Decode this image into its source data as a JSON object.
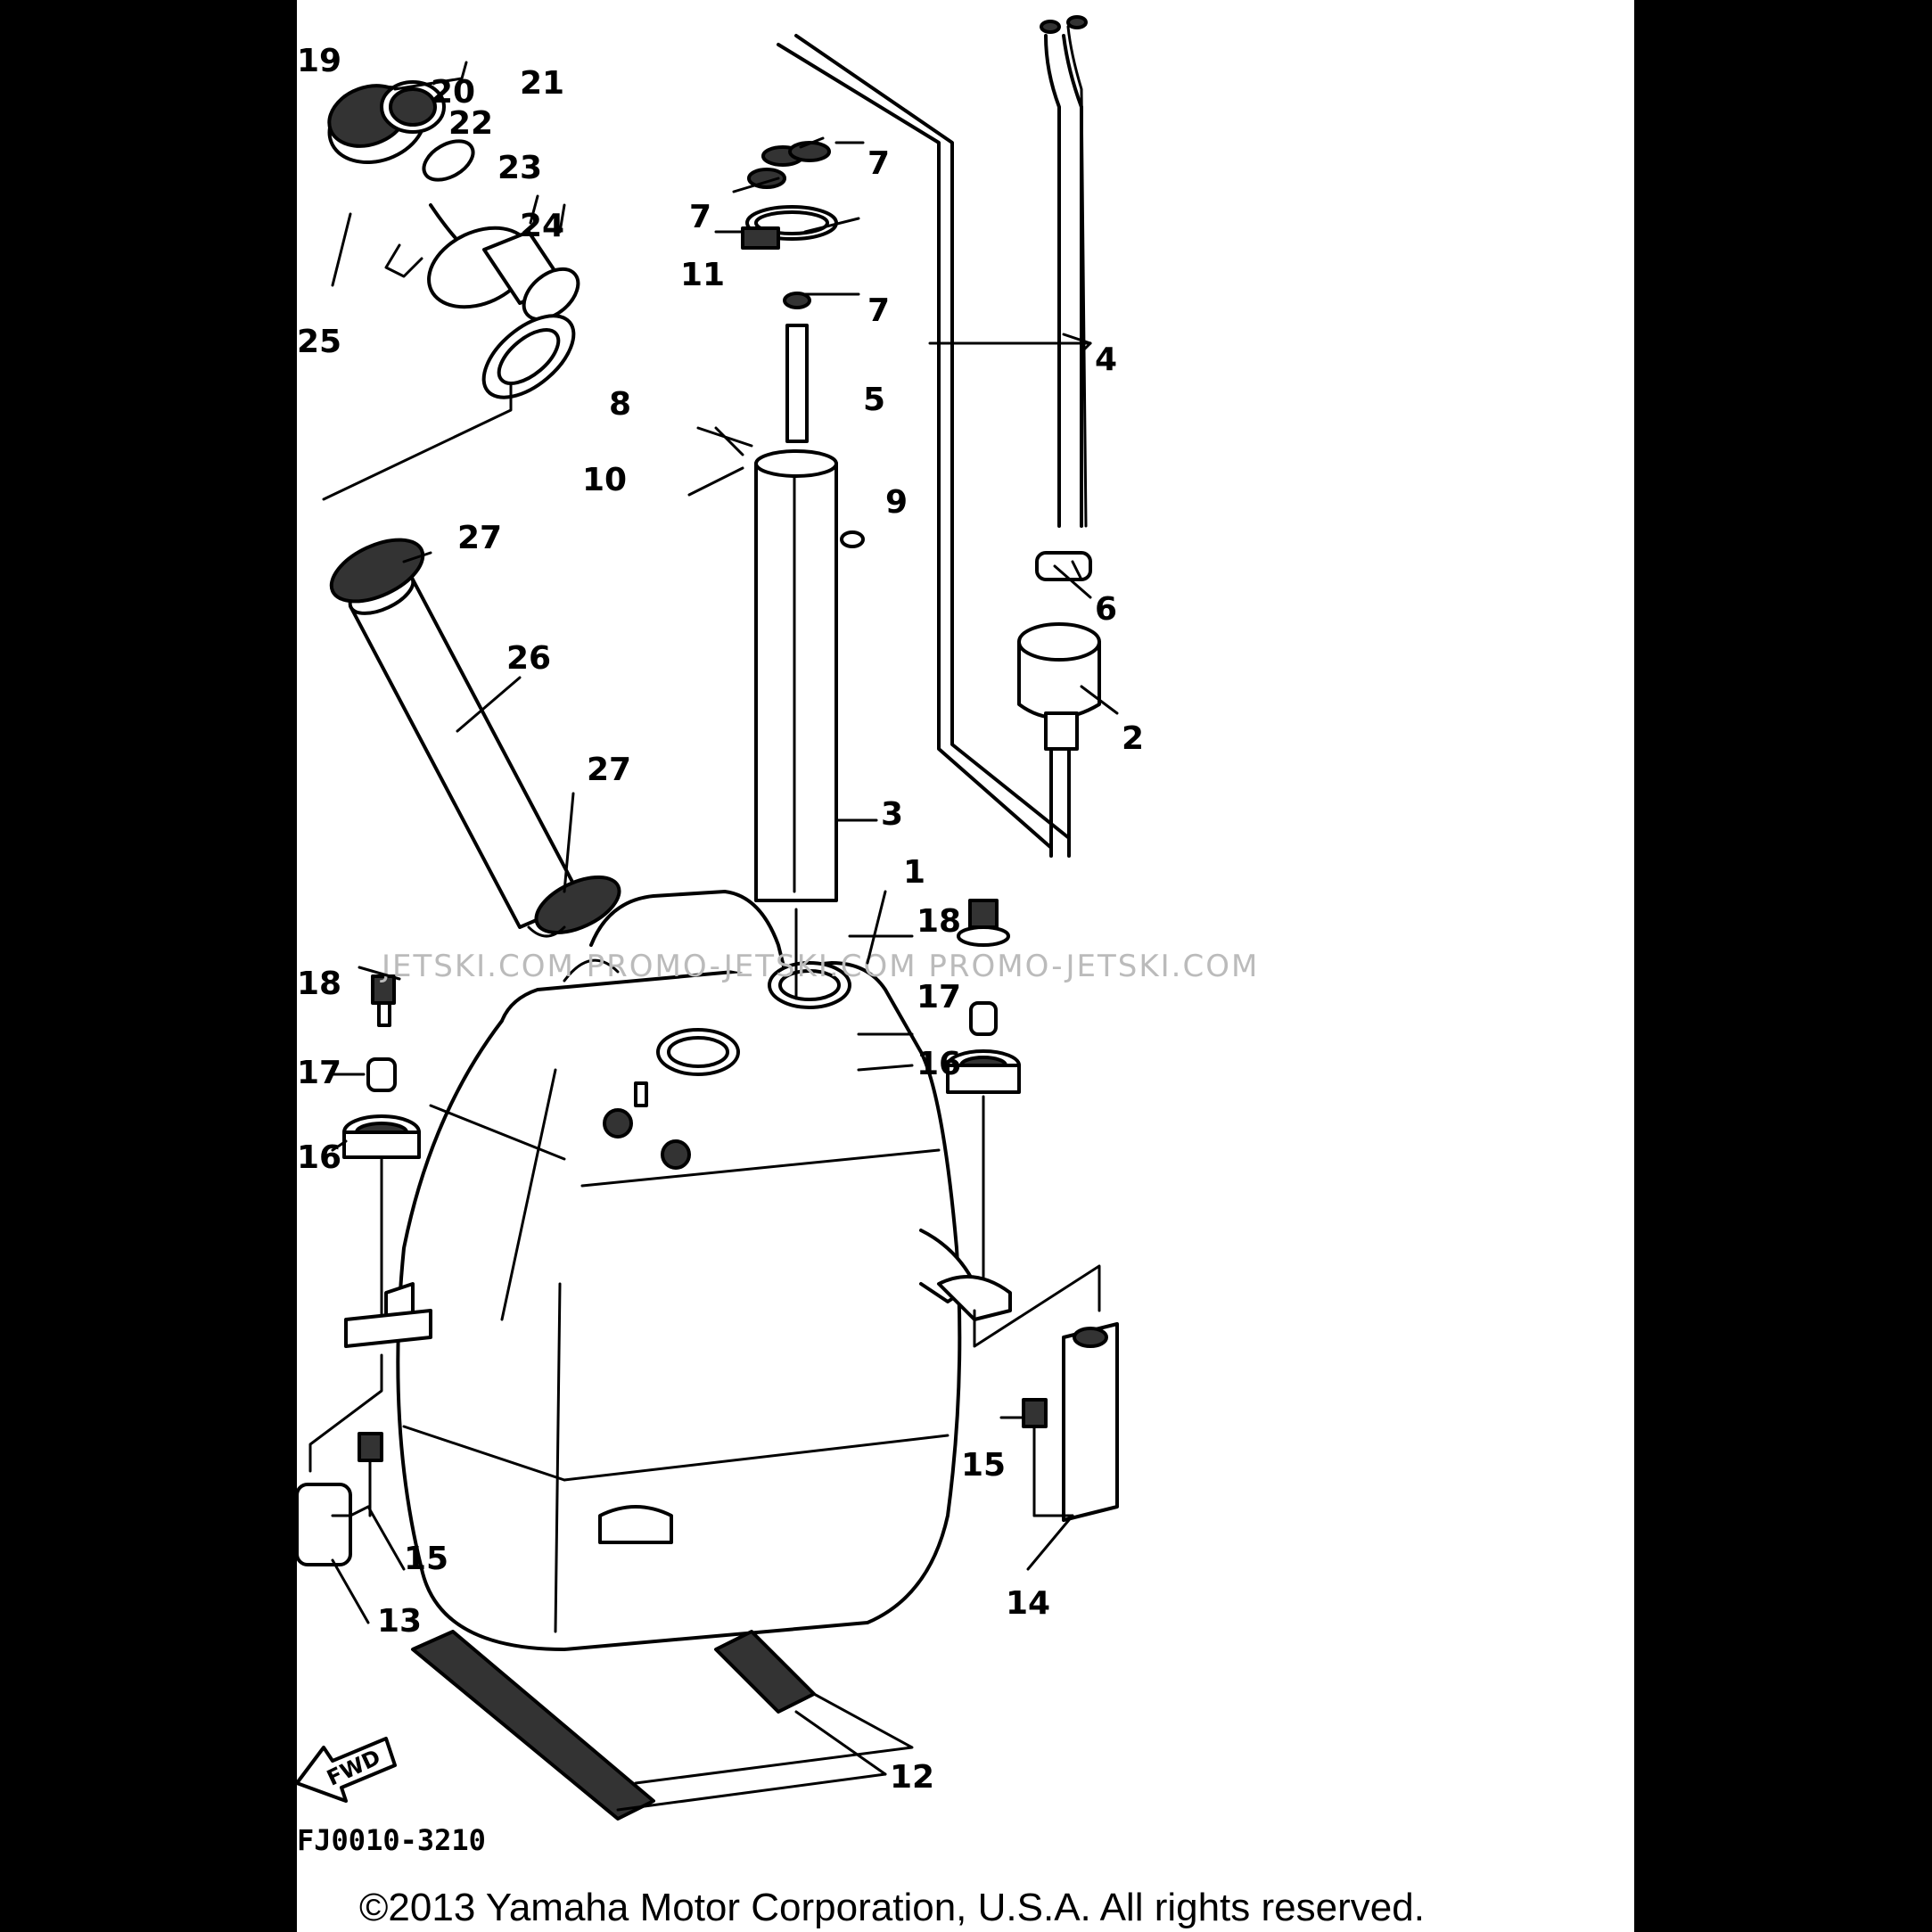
{
  "diagram": {
    "part_code": "FJ0010-3210",
    "copyright": "©2013 Yamaha Motor Corporation, U.S.A. All rights reserved.",
    "watermark": "JETSKI.COM  PROMO-JETSKI.COM  PROMO-JETSKI.COM",
    "fwd_label": "FWD",
    "callouts": {
      "c1": "1",
      "c2": "2",
      "c3": "3",
      "c4": "4",
      "c5": "5",
      "c6": "6",
      "c7a": "7",
      "c7b": "7",
      "c7c": "7",
      "c8": "8",
      "c9": "9",
      "c10": "10",
      "c11": "11",
      "c12": "12",
      "c13": "13",
      "c14": "14",
      "c15a": "15",
      "c15b": "15",
      "c16a": "16",
      "c16b": "16",
      "c17a": "17",
      "c17b": "17",
      "c18a": "18",
      "c18b": "18",
      "c19": "19",
      "c20": "20",
      "c21": "21",
      "c22": "22",
      "c23": "23",
      "c24": "24",
      "c25": "25",
      "c26": "26",
      "c27a": "27",
      "c27b": "27"
    }
  }
}
